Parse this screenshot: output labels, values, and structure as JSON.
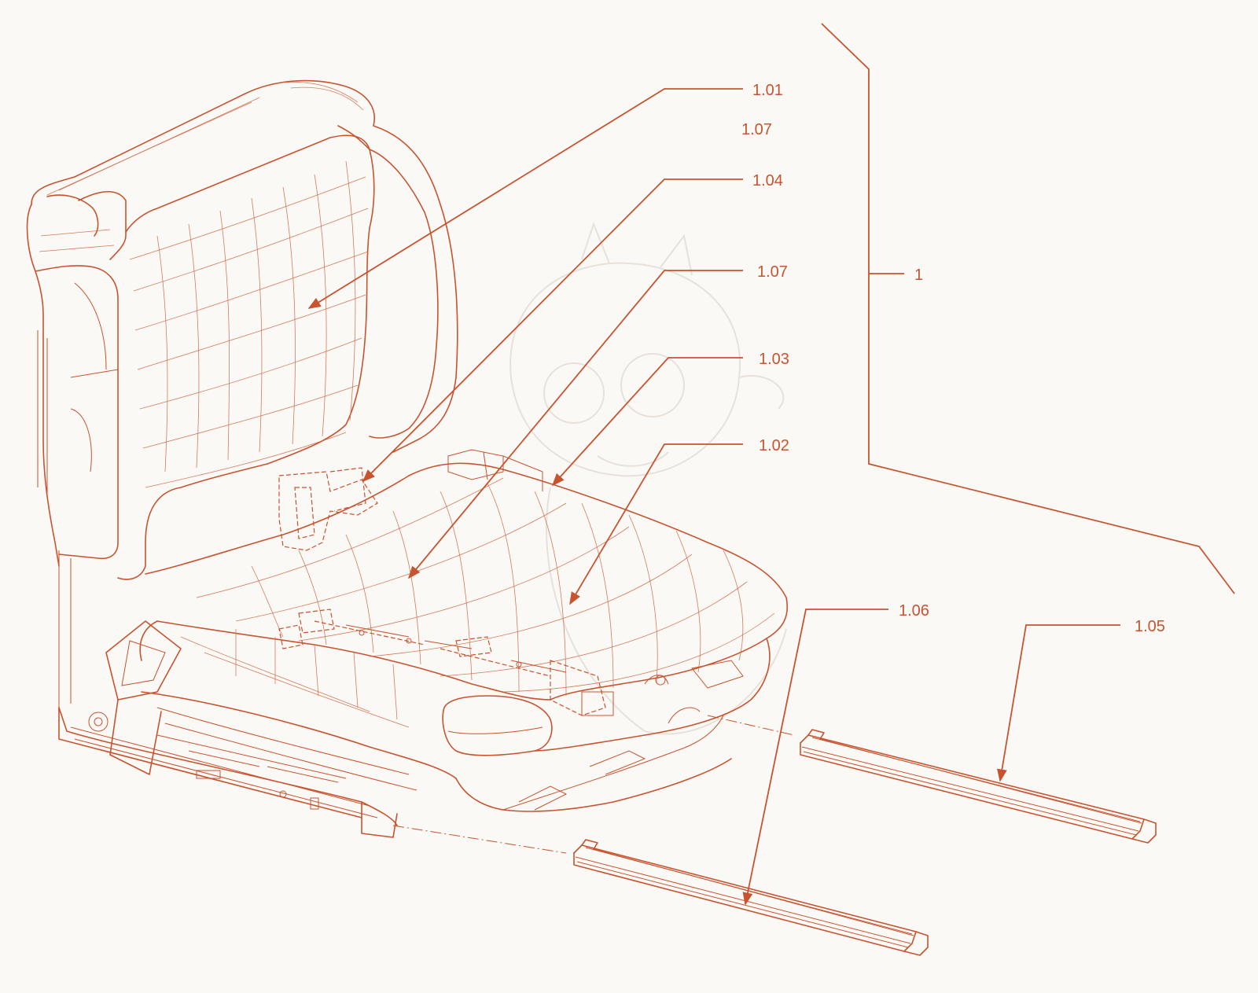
{
  "diagram": {
    "callouts": [
      {
        "id": "1.01",
        "text": "1.01"
      },
      {
        "id": "1.07a",
        "text": "1.07"
      },
      {
        "id": "1.04",
        "text": "1.04"
      },
      {
        "id": "1.07b",
        "text": "1.07"
      },
      {
        "id": "1.03",
        "text": "1.03"
      },
      {
        "id": "1.02",
        "text": "1.02"
      },
      {
        "id": "1.06",
        "text": "1.06"
      },
      {
        "id": "1.05",
        "text": "1.05"
      },
      {
        "id": "1",
        "text": "1"
      }
    ],
    "colors": {
      "line": "#c8532f",
      "background": "#fbf9f6"
    }
  }
}
